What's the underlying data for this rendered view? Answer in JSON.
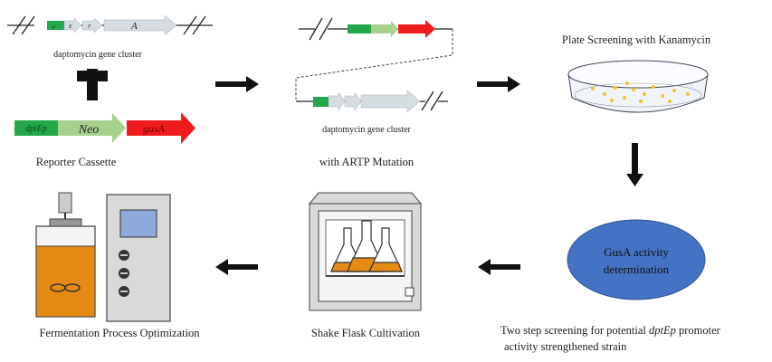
{
  "colors": {
    "promoter_green": "#22a84a",
    "neo_green": "#a8d08d",
    "gusA_red": "#ee1c1c",
    "gene_gray": "#d5dde0",
    "ellipse_blue": "#4472c4",
    "broth_orange": "#e58a12",
    "dot_yellow": "#f2c230"
  },
  "step1": {
    "gene_p": "p",
    "gene_e": "E",
    "gene_f": "F",
    "gene_a": "A",
    "cluster_label": "daptomycin gene cluster",
    "plus_icon": "plus",
    "cassette": {
      "promoter": "dptEp",
      "neo": "Neo",
      "gusA": "gusA"
    },
    "cassette_label": "Reporter Cassette"
  },
  "step2": {
    "cluster_label": "daptomycin gene cluster",
    "mutation_label": "with ARTP Mutation"
  },
  "step3": {
    "label": "Plate Screening with Kanamycin"
  },
  "step4": {
    "line1": "GusA activity",
    "line2": "determination",
    "caption_pre": "Two step screening for potential ",
    "caption_em": "dptEp",
    "caption_post": " promoter",
    "caption_line2": "activity strengthened strain"
  },
  "step5": {
    "label": "Shake Flask Cultivation"
  },
  "step6": {
    "label": "Fermentation Process Optimization"
  }
}
